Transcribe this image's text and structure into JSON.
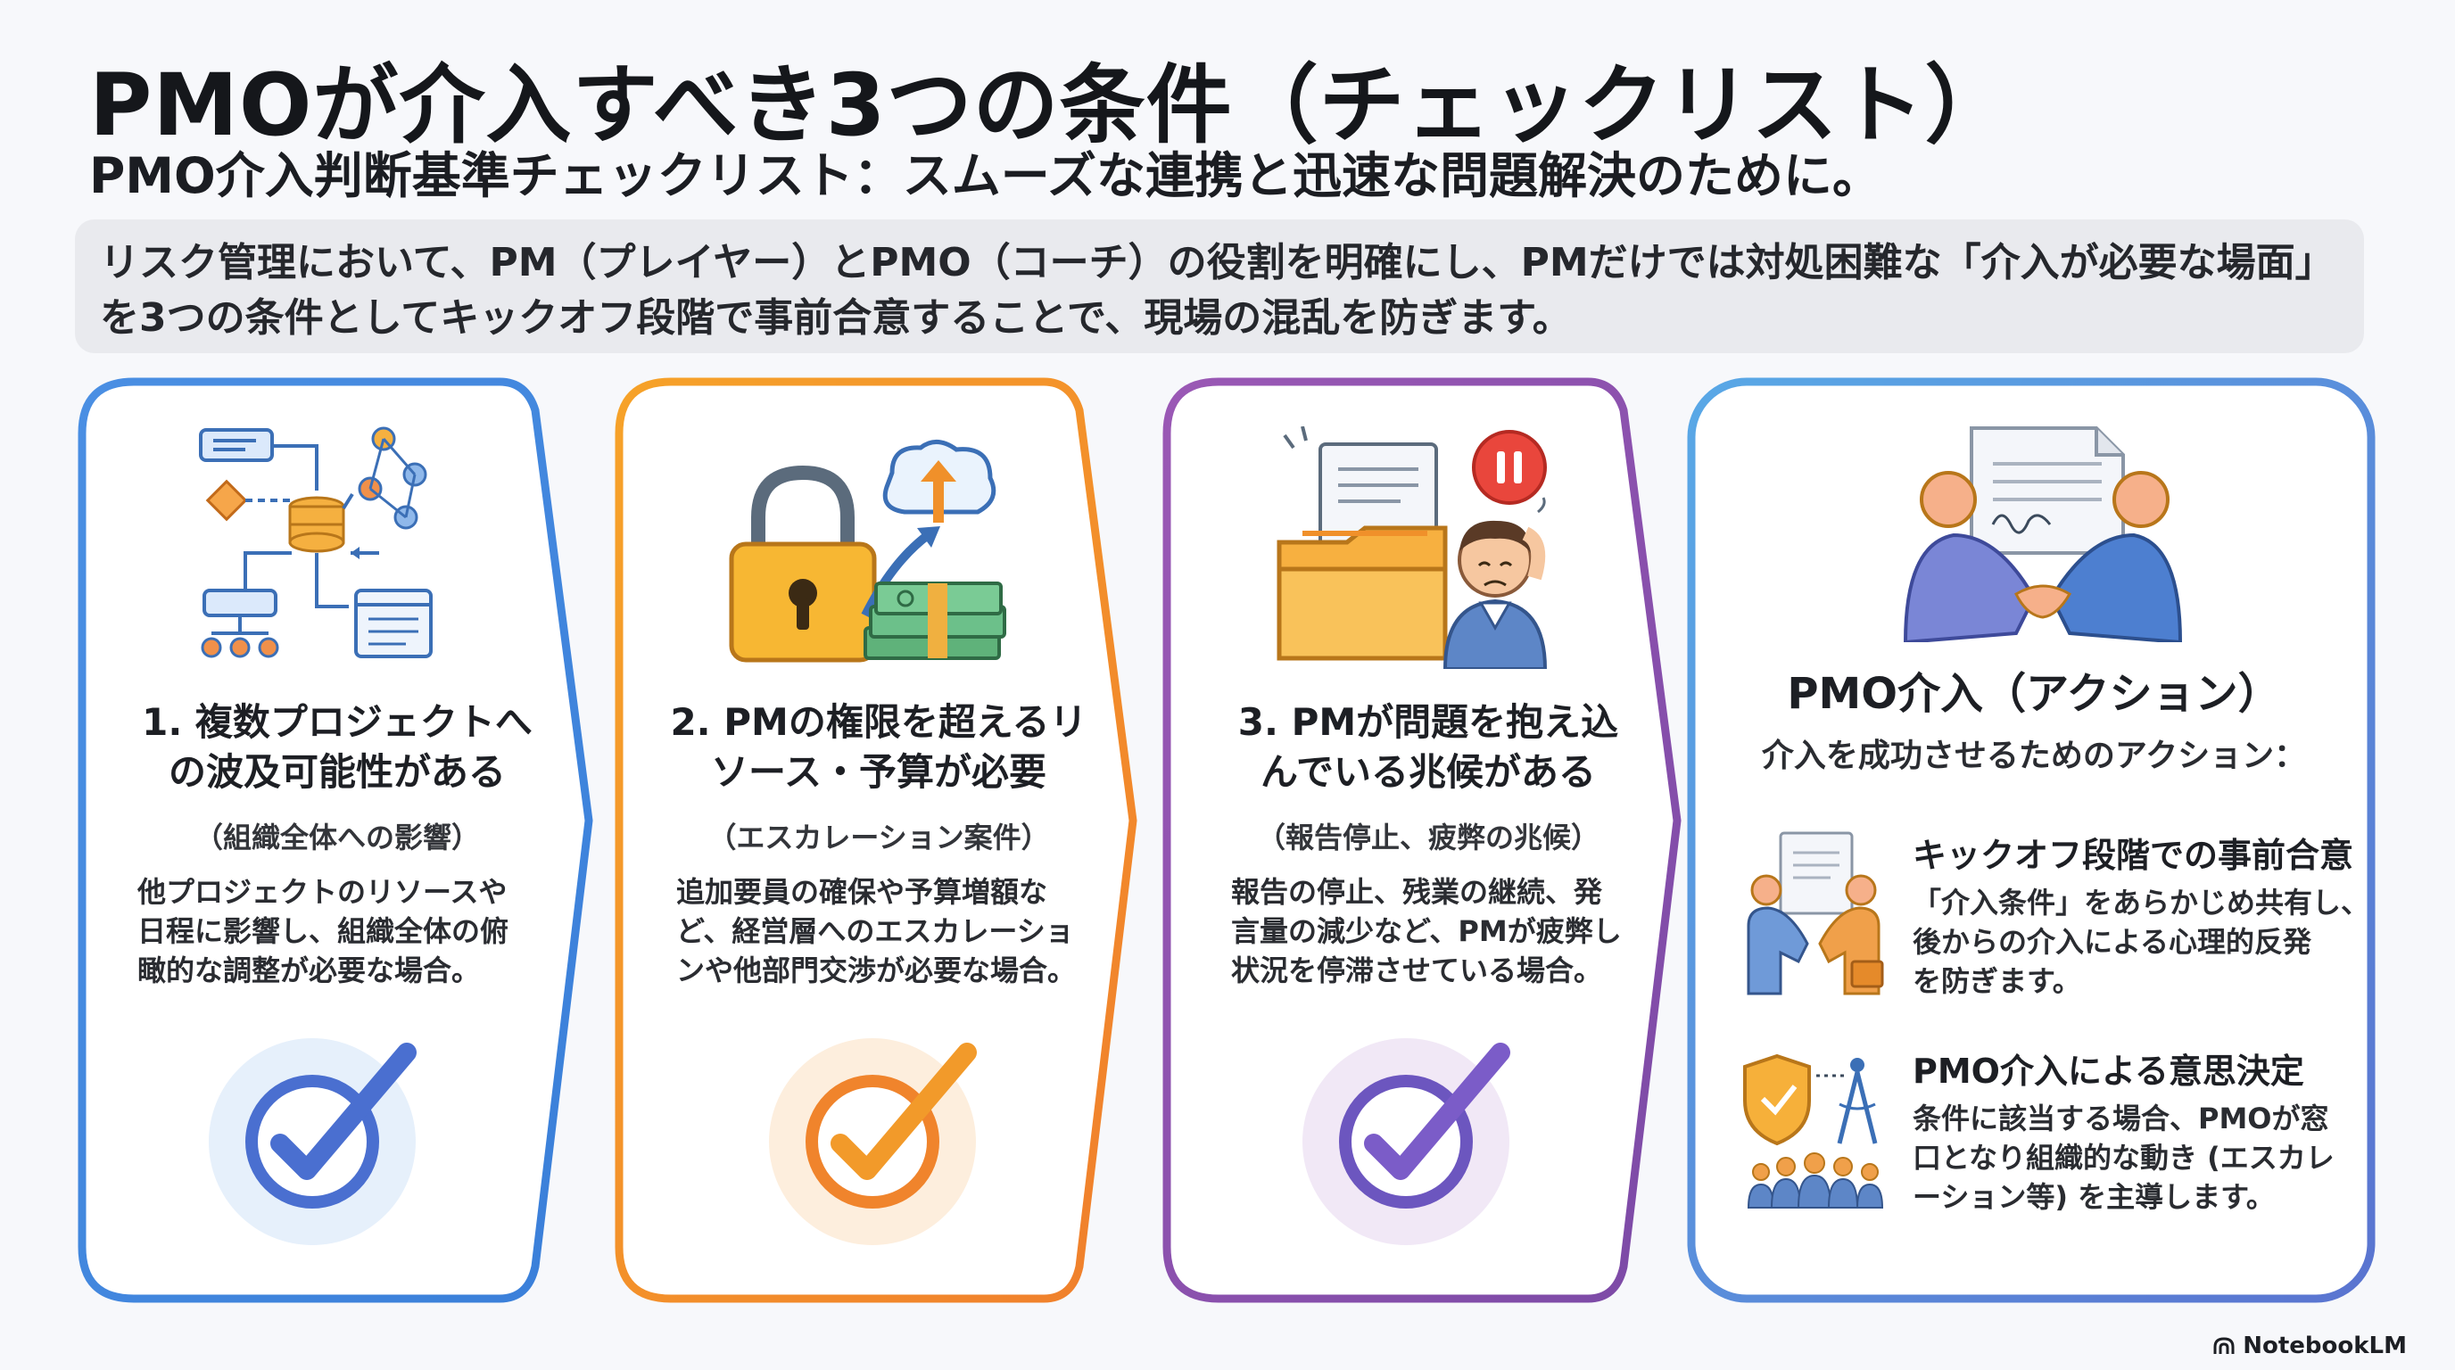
{
  "title": "PMOが介入すべき3つの条件（チェックリスト）",
  "subtitle": "PMO介入判断基準チェックリスト：スムーズな連携と迅速な問題解決のために。",
  "intro": {
    "line1": "リスク管理において、PM（プレイヤー）とPMO（コーチ）の役割を明確にし、PMだけでは対処困難な「介入が必要な場面」",
    "line2": "を3つの条件としてキックオフ段階で事前合意することで、現場の混乱を防ぎます。"
  },
  "conditions": [
    {
      "title_line1": "1. 複数プロジェクトへ",
      "title_line2": "の波及可能性がある",
      "sub": "（組織全体への影響）",
      "desc": [
        "他プロジェクトのリソースや",
        "日程に影響し、組織全体の俯",
        "瞰的な調整が必要な場合。"
      ],
      "color": "#3f86e0",
      "icon": "network-diagram-icon"
    },
    {
      "title_line1": "2. PMの権限を超えるリ",
      "title_line2": "ソース・予算が必要",
      "sub": "（エスカレーション案件）",
      "desc": [
        "追加要員の確保や予算増額な",
        "ど、経営層へのエスカレーショ",
        "ンや他部門交渉が必要な場合。"
      ],
      "color": "#f0902a",
      "icon": "lock-cloud-money-icon"
    },
    {
      "title_line1": "3. PMが問題を抱え込",
      "title_line2": "んでいる兆候がある",
      "sub": "（報告停止、疲弊の兆候）",
      "desc": [
        "報告の停止、残業の継続、発",
        "言量の減少など、PMが疲弊し",
        "状況を停滞させている場合。"
      ],
      "color": "#8a52ad",
      "icon": "stressed-worker-icon"
    }
  ],
  "action": {
    "title": "PMO介入（アクション）",
    "lead": "介入を成功させるためのアクション：",
    "items": [
      {
        "title": "キックオフ段階での事前合意",
        "desc": [
          "「介入条件」をあらかじめ共有し、",
          "後からの介入による心理的反発",
          "を防ぎます。"
        ],
        "icon": "handshake-agreement-icon"
      },
      {
        "title": "PMO介入による意思決定",
        "desc": [
          "条件に該当する場合、PMOが窓",
          "口となり組織的な動き (エスカレ",
          "ーション等) を主導します。"
        ],
        "icon": "shield-compass-team-icon"
      }
    ]
  },
  "brand": "NotebookLM"
}
